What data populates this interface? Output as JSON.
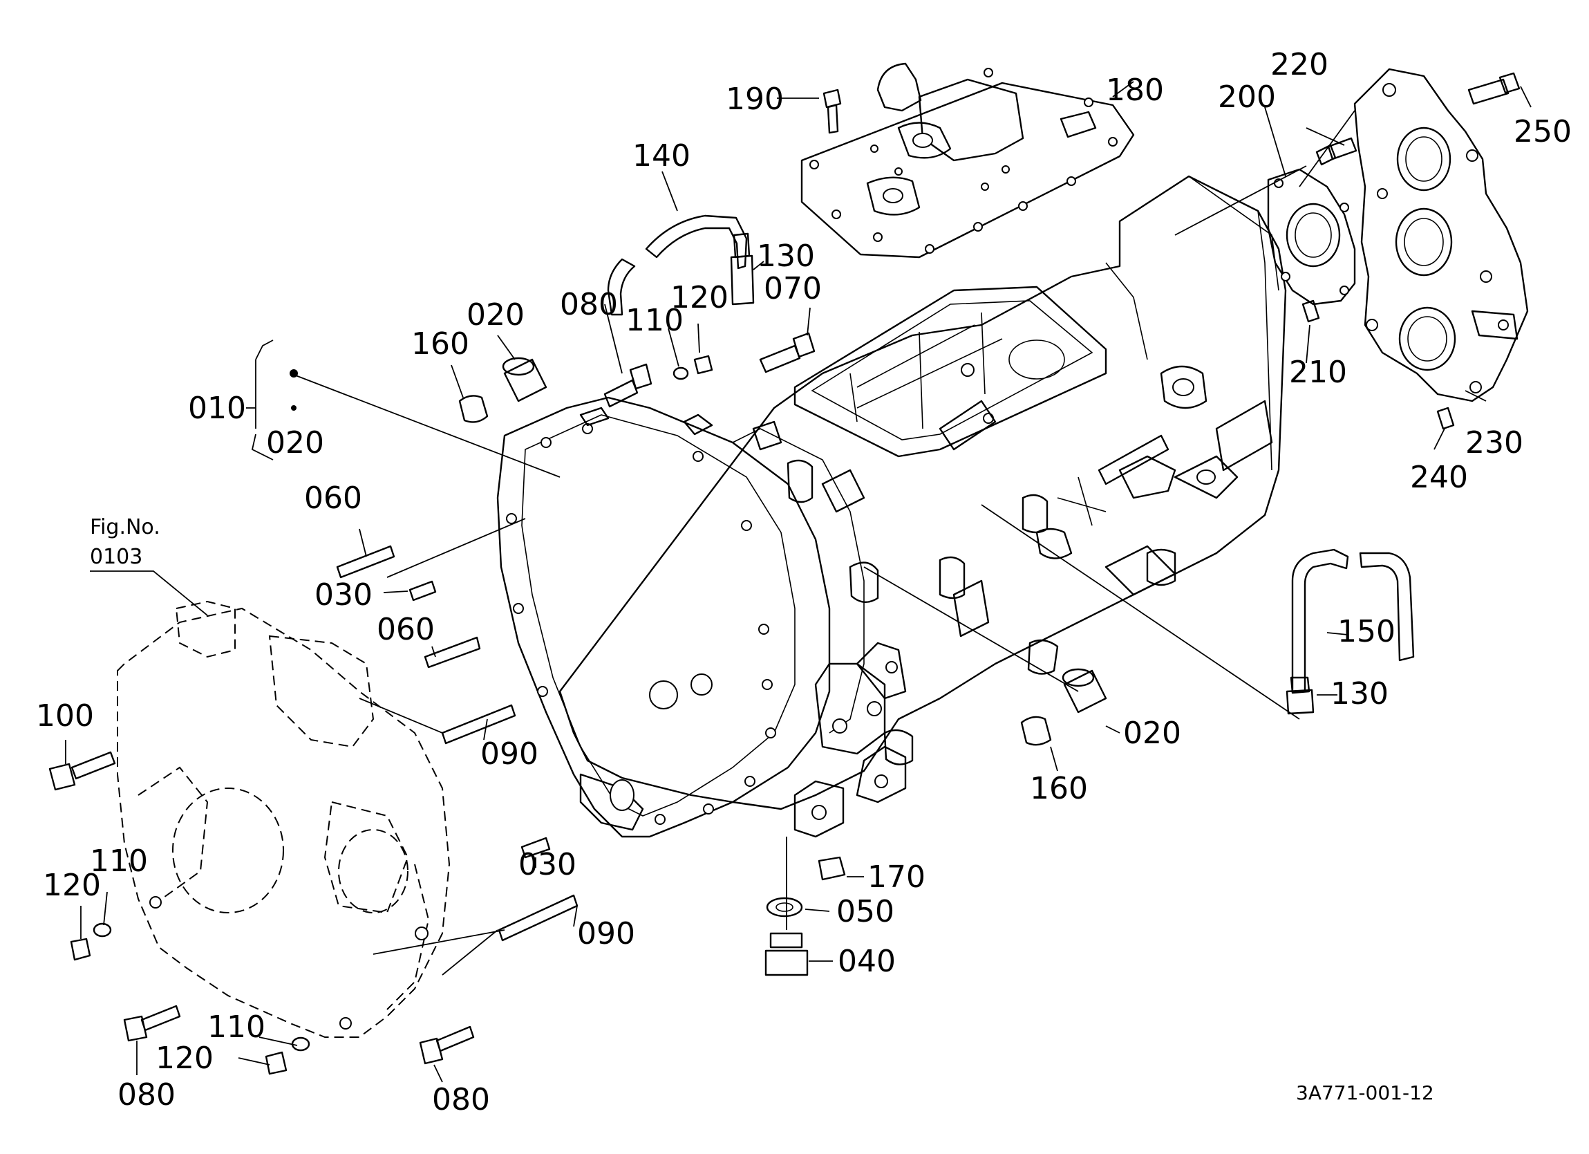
{
  "diagram": {
    "drawing_number": "3A771-001-12",
    "figure_reference": {
      "label": "Fig.No.",
      "number": "0103"
    },
    "callouts": [
      {
        "id": "c190",
        "label": "190"
      },
      {
        "id": "c180",
        "label": "180"
      },
      {
        "id": "c220",
        "label": "220"
      },
      {
        "id": "c200",
        "label": "200"
      },
      {
        "id": "c250",
        "label": "250"
      },
      {
        "id": "c140",
        "label": "140"
      },
      {
        "id": "c130a",
        "label": "130"
      },
      {
        "id": "c070",
        "label": "070"
      },
      {
        "id": "c080a",
        "label": "080"
      },
      {
        "id": "c120a",
        "label": "120"
      },
      {
        "id": "c110a",
        "label": "110"
      },
      {
        "id": "c020a",
        "label": "020"
      },
      {
        "id": "c160a",
        "label": "160"
      },
      {
        "id": "c010",
        "label": "010"
      },
      {
        "id": "c020b",
        "label": "020"
      },
      {
        "id": "c210",
        "label": "210"
      },
      {
        "id": "c230",
        "label": "230"
      },
      {
        "id": "c240",
        "label": "240"
      },
      {
        "id": "c060a",
        "label": "060"
      },
      {
        "id": "c030a",
        "label": "030"
      },
      {
        "id": "c060b",
        "label": "060"
      },
      {
        "id": "c150",
        "label": "150"
      },
      {
        "id": "c130b",
        "label": "130"
      },
      {
        "id": "c100",
        "label": "100"
      },
      {
        "id": "c090a",
        "label": "090"
      },
      {
        "id": "c020c",
        "label": "020"
      },
      {
        "id": "c160b",
        "label": "160"
      },
      {
        "id": "c110b",
        "label": "110"
      },
      {
        "id": "c120b",
        "label": "120"
      },
      {
        "id": "c030b",
        "label": "030"
      },
      {
        "id": "c170",
        "label": "170"
      },
      {
        "id": "c050",
        "label": "050"
      },
      {
        "id": "c090b",
        "label": "090"
      },
      {
        "id": "c040",
        "label": "040"
      },
      {
        "id": "c110c",
        "label": "110"
      },
      {
        "id": "c120c",
        "label": "120"
      },
      {
        "id": "c080b",
        "label": "080"
      },
      {
        "id": "c080c",
        "label": "080"
      }
    ]
  }
}
